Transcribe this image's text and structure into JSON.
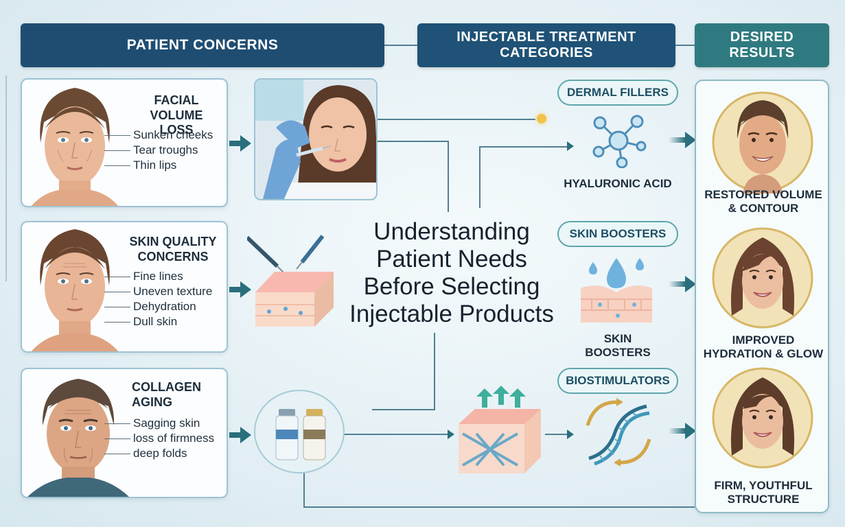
{
  "headers": {
    "patient_concerns": "PATIENT CONCERNS",
    "treatment_categories": "INJECTABLE TREATMENT\nCATEGORIES",
    "desired_results": "DESIRED\nRESULTS"
  },
  "center_title": "Understanding\nPatient Needs\nBefore Selecting\nInjectable Products",
  "concerns": [
    {
      "title": "FACIAL\nVOLUME LOSS",
      "items": [
        "Sunken cheeks",
        "Tear troughs",
        "Thin lips"
      ]
    },
    {
      "title": "SKIN QUALITY\nCONCERNS",
      "items": [
        "Fine lines",
        "Uneven texture",
        "Dehydration",
        "Dull skin"
      ]
    },
    {
      "title": "COLLAGEN\nAGING",
      "items": [
        "Sagging skin",
        "loss of firmness",
        "deep folds"
      ]
    }
  ],
  "categories": [
    {
      "pill": "DERMAL FILLERS",
      "label": "HYALURONIC ACID",
      "icon": "molecule-icon"
    },
    {
      "pill": "SKIN BOOSTERS",
      "label": "SKIN\nBOOSTERS",
      "icon": "water-drop-icon"
    },
    {
      "pill": "BIOSTIMULATORS",
      "label": "",
      "icon": "dna-icon"
    }
  ],
  "results": [
    {
      "label": "RESTORED VOLUME\n& CONTOUR"
    },
    {
      "label": "IMPROVED\nHYDRATION & GLOW"
    },
    {
      "label": "FIRM, YOUTHFUL\nSTRUCTURE"
    }
  ],
  "colors": {
    "header_dark": "#1f4d72",
    "header_teal": "#2f7a80",
    "arrow": "#2a6f7c",
    "card_border": "#9ec3d4",
    "pill_border": "#5da5ab"
  }
}
